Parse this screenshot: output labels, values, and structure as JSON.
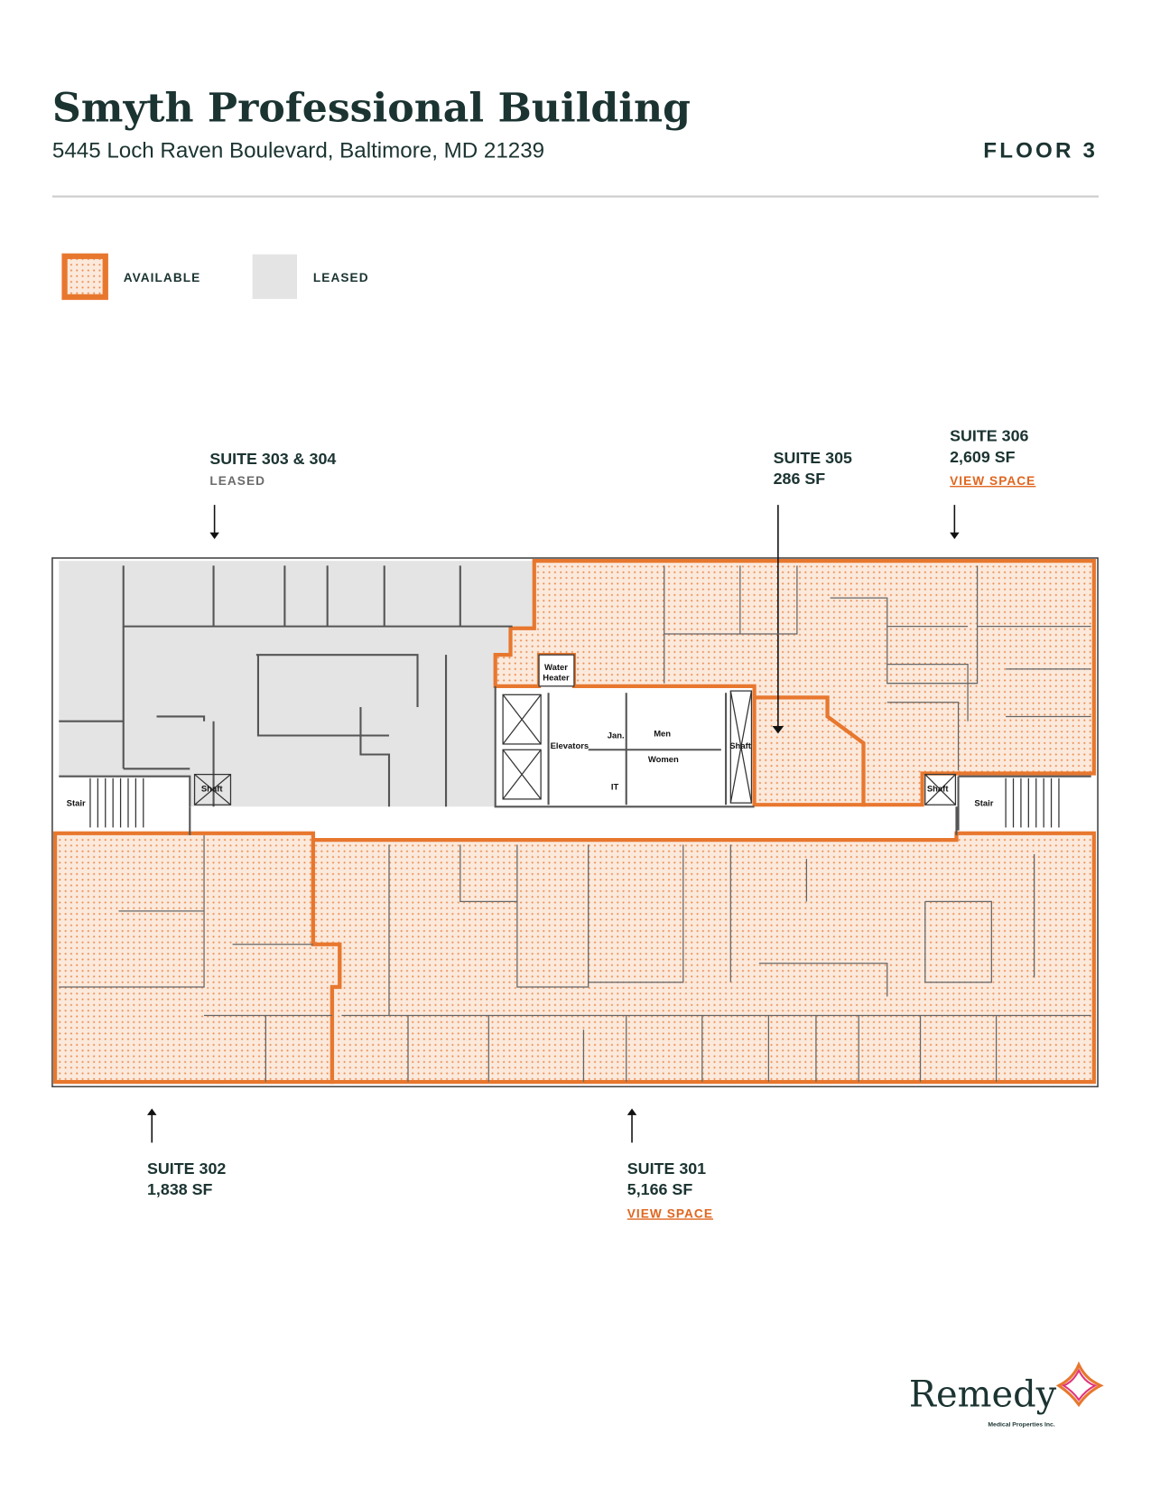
{
  "header": {
    "title": "Smyth Professional Building",
    "address": "5445 Loch Raven Boulevard, Baltimore, MD 21239",
    "floor": "FLOOR 3"
  },
  "legend": {
    "available": "AVAILABLE",
    "leased": "LEASED",
    "available_color": "#e8772e",
    "leased_color": "#e4e4e4"
  },
  "suites": {
    "s303_304": {
      "name": "SUITE 303 & 304",
      "status": "LEASED"
    },
    "s305": {
      "name": "SUITE 305",
      "area": "286 SF"
    },
    "s306": {
      "name": "SUITE 306",
      "area": "2,609 SF",
      "link": "VIEW SPACE"
    },
    "s302": {
      "name": "SUITE 302",
      "area": "1,838 SF"
    },
    "s301": {
      "name": "SUITE 301",
      "area": "5,166 SF",
      "link": "VIEW SPACE"
    }
  },
  "rooms": {
    "water_heater_1": "Water",
    "water_heater_2": "Heater",
    "elevators": "Elevators",
    "jan": "Jan.",
    "men": "Men",
    "women": "Women",
    "it": "IT",
    "shaft": "Shaft",
    "stair": "Stair"
  },
  "logo": {
    "name": "Remedy",
    "tagline": "Medical Properties Inc."
  },
  "colors": {
    "text": "#1b3431",
    "accent": "#e8772e",
    "link": "#e0661f",
    "rule": "#cccccc"
  }
}
